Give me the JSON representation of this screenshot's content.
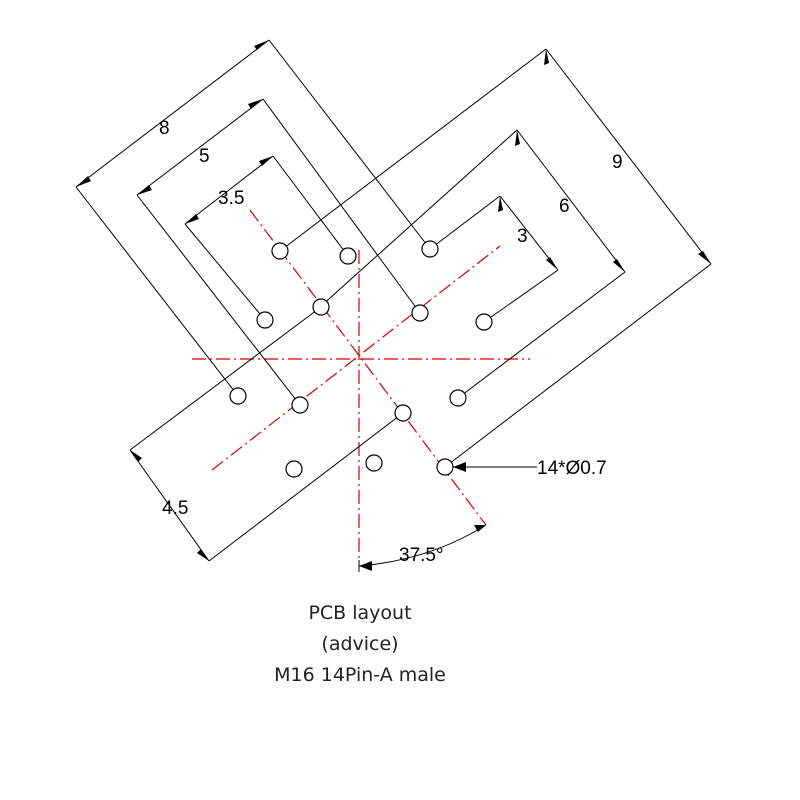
{
  "dimensions": {
    "outer_a": "8",
    "mid_a": "5",
    "inner_a": "3.5",
    "outer_b": "9",
    "mid_b": "6",
    "inner_b": "3",
    "offset": "4.5",
    "angle": "37.5°",
    "hole_callout": "14*Ø0.7"
  },
  "caption": {
    "line1": "PCB layout",
    "line2": "(advice)",
    "line3": "M16 14Pin-A male"
  },
  "colors": {
    "line": "#000000",
    "centerline": "#d40000",
    "background": "#ffffff"
  },
  "hole_count": 14
}
